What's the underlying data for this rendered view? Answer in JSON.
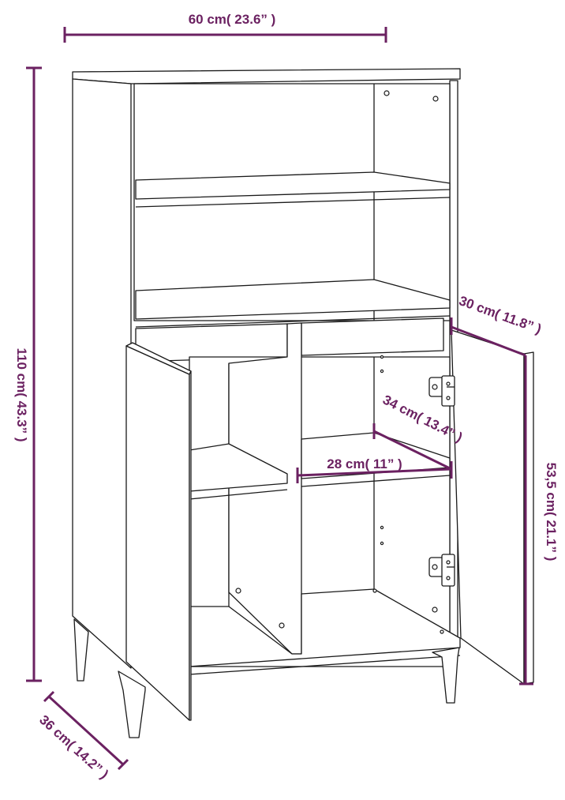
{
  "dimensions": {
    "width": "60 cm( 23.6” )",
    "height": "110 cm( 43.3” )",
    "depth": "36 cm( 14.2” )",
    "shelf_depth": "30 cm( 11.8” )",
    "compartment_depth": "34 cm( 13.4” )",
    "compartment_width": "28 cm( 11” )",
    "door_height": "53,5 cm( 21.1” )"
  },
  "colors": {
    "dimension": "#6b2161",
    "outline": "#1a1a1a",
    "background": "#ffffff"
  }
}
